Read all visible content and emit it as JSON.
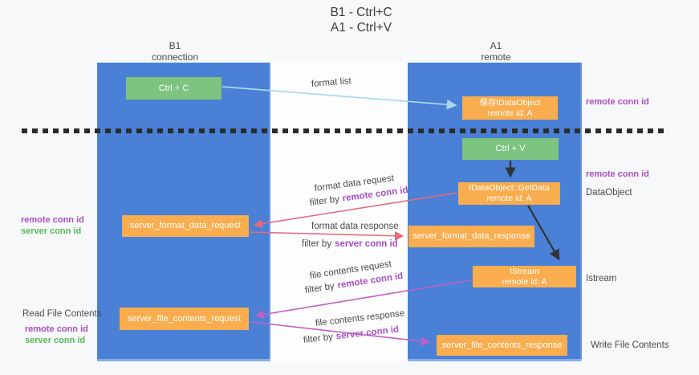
{
  "page": {
    "title_line1": "B1 - Ctrl+C",
    "title_line2": "A1 - Ctrl+V"
  },
  "columns": {
    "left": {
      "name": "B1",
      "role": "connection"
    },
    "right": {
      "name": "A1",
      "role": "remote"
    }
  },
  "nodes": {
    "ctrl_c": {
      "label": "Ctrl + C"
    },
    "save_idataobject": {
      "line1": "保存IDataObject",
      "line2": "remote id: A"
    },
    "ctrl_v": {
      "label": "Ctrl + V"
    },
    "idataobject_getdata": {
      "line1": "IDataObject::GetData",
      "line2": "remote id: A"
    },
    "server_format_data_request": {
      "label": "server_format_data_request"
    },
    "server_format_data_response": {
      "label": "server_format_data_response"
    },
    "istream": {
      "line1": "IStream",
      "line2": "remote id: A"
    },
    "server_file_contents_request": {
      "label": "server_file_contents_request"
    },
    "server_file_contents_response": {
      "label": "server_file_contents_response"
    }
  },
  "edges": {
    "format_list": {
      "label": "format list"
    },
    "format_data_request": {
      "label": "format data request",
      "filter_prefix": "filter by",
      "filter_key": "remote conn id"
    },
    "format_data_response": {
      "label": "format data response",
      "filter_prefix": "filter by",
      "filter_key": "server conn id"
    },
    "file_contents_request": {
      "label": "file contents request",
      "filter_prefix": "filter by",
      "filter_key": "remote conn id"
    },
    "file_contents_response": {
      "label": "file contents response",
      "filter_prefix": "filter by",
      "filter_key": "server conn id"
    }
  },
  "annotations": {
    "right_remote_conn_id_top": "remote conn id",
    "right_remote_conn_id_mid": "remote conn id",
    "right_dataobject": "DataObject",
    "right_istream": "Istream",
    "right_write_file_contents": "Write File Contents",
    "left_remote_conn_id_top": "remote conn id",
    "left_server_conn_id_top": "server conn id",
    "left_read_file_contents": "Read File Contents",
    "left_remote_conn_id_bottom": "remote conn id",
    "left_server_conn_id_bottom": "server conn id"
  },
  "colors": {
    "lane_blue": "#4a80d5",
    "node_orange": "#f9ad4e",
    "node_green": "#7cc47f",
    "arrow_light_blue": "#a8d8f0",
    "arrow_red": "#e56a77",
    "arrow_magenta": "#c45fc5",
    "arrow_black": "#333333",
    "text_purple": "#a94fc2",
    "text_green": "#53b953",
    "divider_black": "#2b2b2b"
  }
}
